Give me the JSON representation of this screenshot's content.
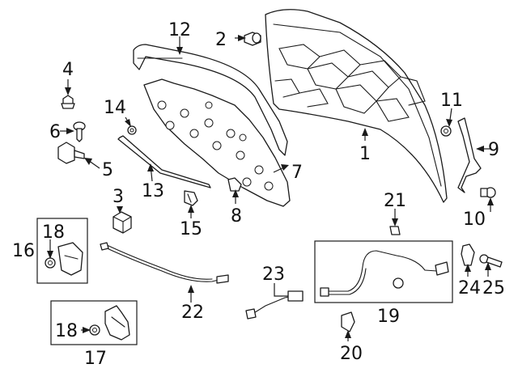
{
  "callouts": {
    "c1": "1",
    "c2": "2",
    "c3": "3",
    "c4": "4",
    "c5": "5",
    "c6": "6",
    "c7": "7",
    "c8": "8",
    "c9": "9",
    "c10": "10",
    "c11": "11",
    "c12": "12",
    "c13": "13",
    "c14": "14",
    "c15": "15",
    "c16": "16",
    "c17": "17",
    "c18a": "18",
    "c18b": "18",
    "c19": "19",
    "c20": "20",
    "c21": "21",
    "c22": "22",
    "c23": "23",
    "c24": "24",
    "c25": "25"
  },
  "colors": {
    "line": "#1a1a1a",
    "background": "#ffffff"
  }
}
